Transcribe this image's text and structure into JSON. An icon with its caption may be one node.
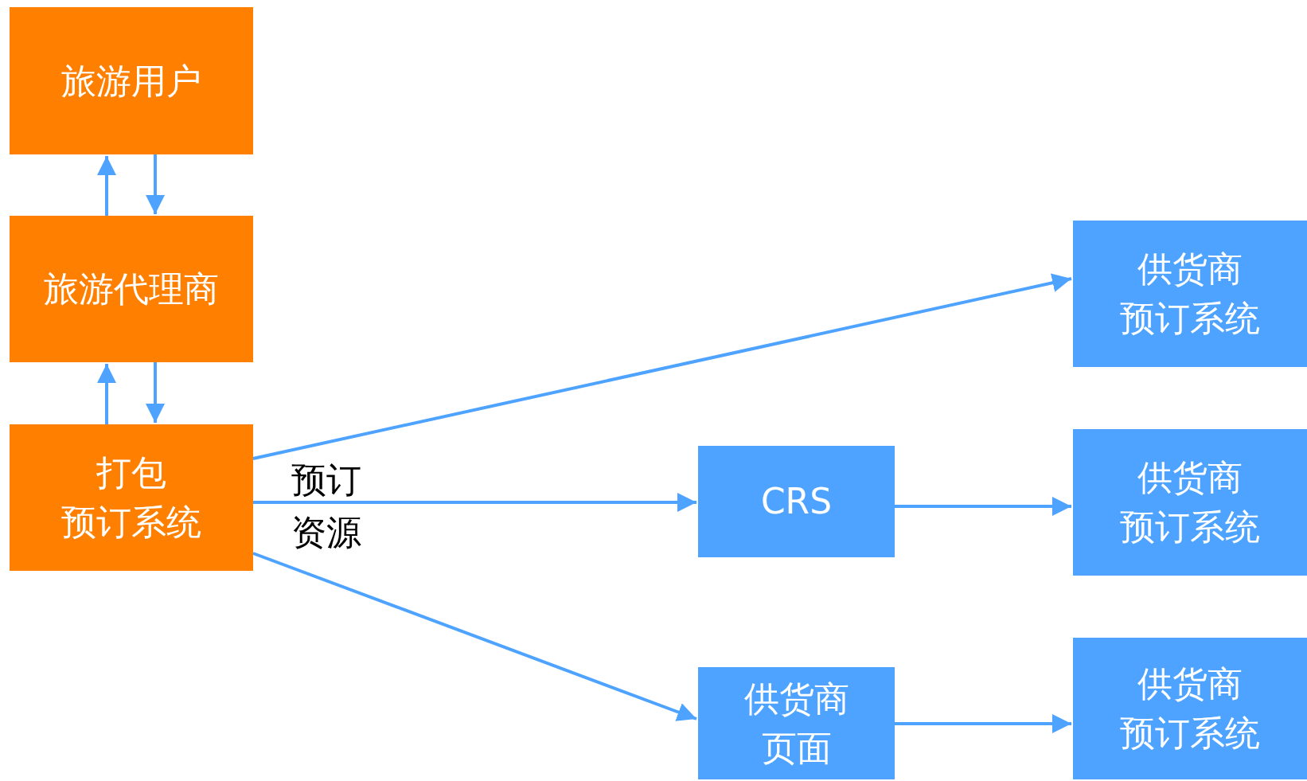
{
  "diagram": {
    "nodes": [
      {
        "text": [
          "旅游用户"
        ]
      },
      {
        "text": [
          "旅游代理商"
        ]
      },
      {
        "text": [
          "打包预订系统"
        ]
      },
      {
        "text": [
          "CRS"
        ]
      },
      {
        "text": [
          "供货商页面"
        ]
      },
      {
        "text": [
          "供货商预订系统"
        ]
      },
      {
        "text": [
          "供货商预订系统"
        ]
      },
      {
        "text": [
          "供货商预订系统"
        ]
      }
    ],
    "edges": [
      {
        "from": 1,
        "to": 0,
        "arrow": "to"
      },
      {
        "from": 0,
        "to": 1,
        "arrow": "to"
      },
      {
        "from": 2,
        "to": 1,
        "arrow": "to"
      },
      {
        "from": 1,
        "to": 2,
        "arrow": "to"
      },
      {
        "from": 2,
        "to": 5,
        "arrow": "to"
      },
      {
        "from": 2,
        "to": 3,
        "arrow": "to",
        "label": "预订资源"
      },
      {
        "from": 2,
        "to": 4,
        "arrow": "to"
      },
      {
        "from": 3,
        "to": 6,
        "arrow": "to"
      },
      {
        "from": 4,
        "to": 7,
        "arrow": "to"
      }
    ]
  }
}
